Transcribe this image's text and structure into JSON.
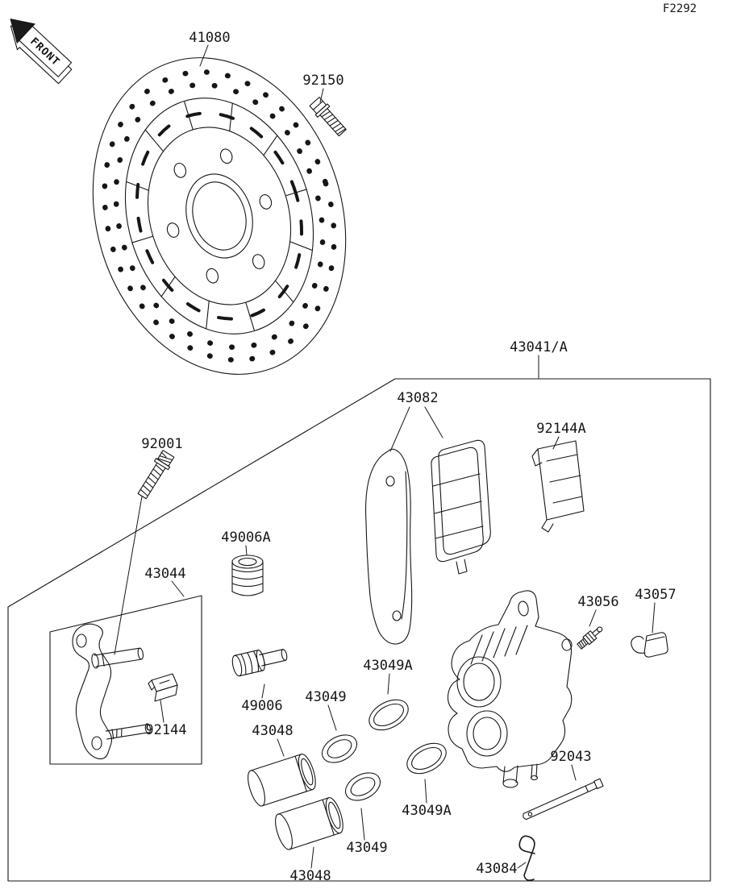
{
  "page": {
    "figure_code": "F2292",
    "front_label": "FRONT"
  },
  "parts": {
    "disc": "41080",
    "disc_bolt": "92150",
    "caliper_assembly": "43041/A",
    "pad_set": "43082",
    "pad_spring": "92144A",
    "pin_bolt": "92001",
    "boot_a": "49006A",
    "caliper_holder": "43044",
    "bleed_valve": "43056",
    "bleed_cap": "43057",
    "holder_clip": "92144",
    "boot": "49006",
    "piston_seal_upper": "43049",
    "piston_upper": "43048",
    "dust_seal_upper": "43049A",
    "dust_seal_lower": "43049A",
    "piston_seal_lower": "43049",
    "piston_lower": "43048",
    "pad_pin": "92043",
    "pin_clip": "43084"
  }
}
